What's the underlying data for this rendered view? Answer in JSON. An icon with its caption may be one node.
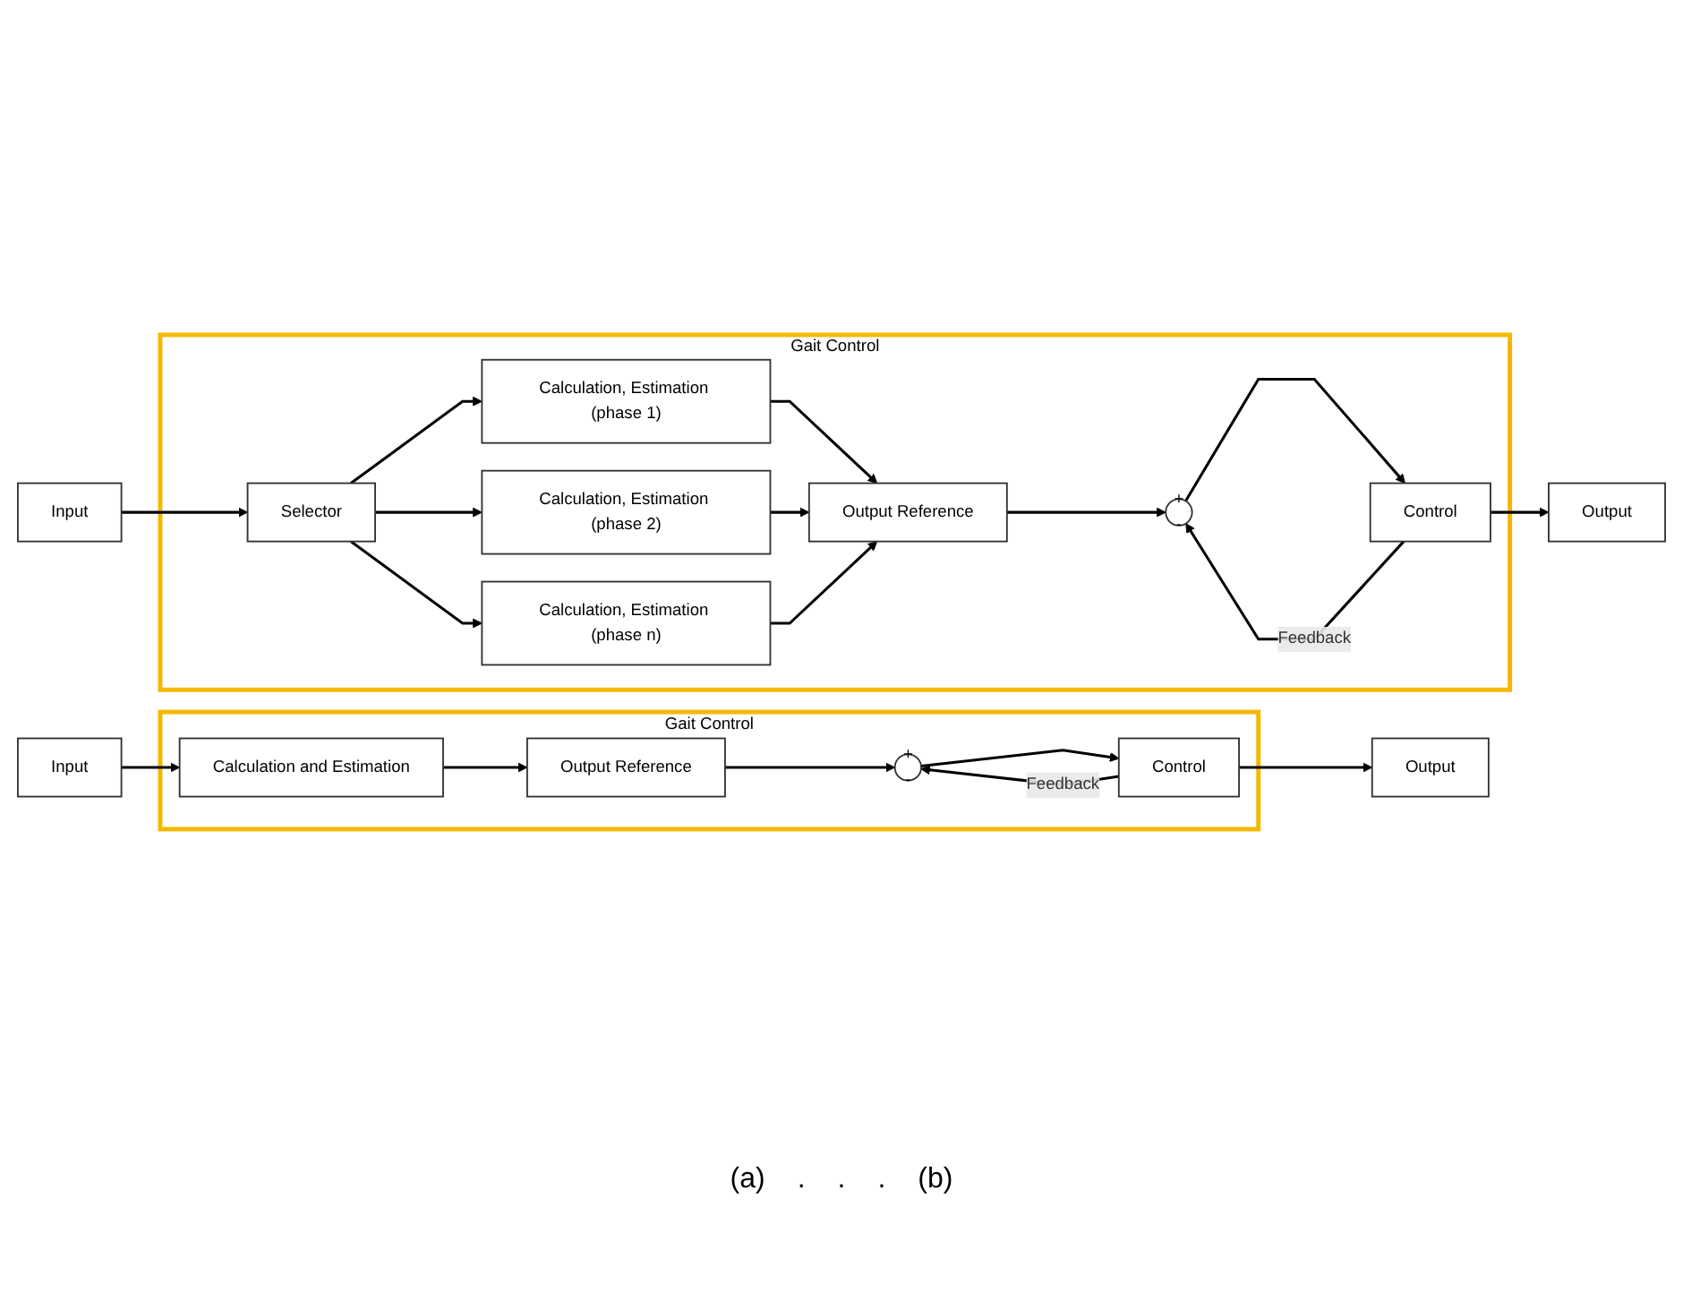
{
  "diagram": {
    "nodes": [
      {
        "text": [
          "Gait Control"
        ]
      },
      {
        "text": [
          "Input"
        ]
      },
      {
        "text": [
          "Calculation and Estimation"
        ],
        "in": 0
      },
      {
        "text": [
          "Output Reference"
        ],
        "in": 0
      },
      {
        "text": [
          "+",
          "-"
        ],
        "in": 0
      },
      {
        "text": [
          "Control"
        ],
        "in": 0
      },
      {
        "text": [
          "Output"
        ]
      },
      {
        "text": [
          "Gait Control"
        ]
      },
      {
        "text": [
          "Input"
        ]
      },
      {
        "text": [
          "Selector"
        ],
        "in": 7
      },
      {
        "text": [
          "Calculation, Estimation (phase 1)"
        ],
        "in": 7
      },
      {
        "text": [
          "Calculation, Estimation (phase 2)"
        ],
        "in": 7
      },
      {
        "text": [
          "Calculation, Estimation (phase n)"
        ],
        "in": 7
      },
      {
        "text": [
          "Output Reference"
        ],
        "in": 7
      },
      {
        "text": [
          "+",
          "-"
        ],
        "in": 7
      },
      {
        "text": [
          "Control"
        ],
        "in": 7
      },
      {
        "text": [
          "Output"
        ]
      }
    ],
    "edges": [
      {
        "from": 1,
        "to": 2,
        "arrow": "to"
      },
      {
        "from": 2,
        "to": 3,
        "arrow": "to"
      },
      {
        "from": 3,
        "to": 4,
        "arrow": "to"
      },
      {
        "from": 4,
        "to": 5,
        "arrow": "to"
      },
      {
        "from": 5,
        "to": 6,
        "arrow": "to"
      },
      {
        "from": 5,
        "to": 4,
        "arrow": "to",
        "label": "Feedback"
      },
      {
        "from": 8,
        "to": 9,
        "arrow": "to"
      },
      {
        "from": 9,
        "to": 10,
        "arrow": "to"
      },
      {
        "from": 9,
        "to": 11,
        "arrow": "to"
      },
      {
        "from": 9,
        "to": 12,
        "arrow": "to"
      },
      {
        "from": 10,
        "to": 13,
        "arrow": "to"
      },
      {
        "from": 11,
        "to": 13,
        "arrow": "to"
      },
      {
        "from": 12,
        "to": 13,
        "arrow": "to"
      },
      {
        "from": 13,
        "to": 14,
        "arrow": "to"
      },
      {
        "from": 14,
        "to": 15,
        "arrow": "to"
      },
      {
        "from": 15,
        "to": 16,
        "arrow": "to"
      },
      {
        "from": 15,
        "to": 14,
        "arrow": "to",
        "label": "Feedback"
      }
    ],
    "labels": [
      "(a)",
      ".",
      ".",
      ".",
      "(b)"
    ]
  }
}
